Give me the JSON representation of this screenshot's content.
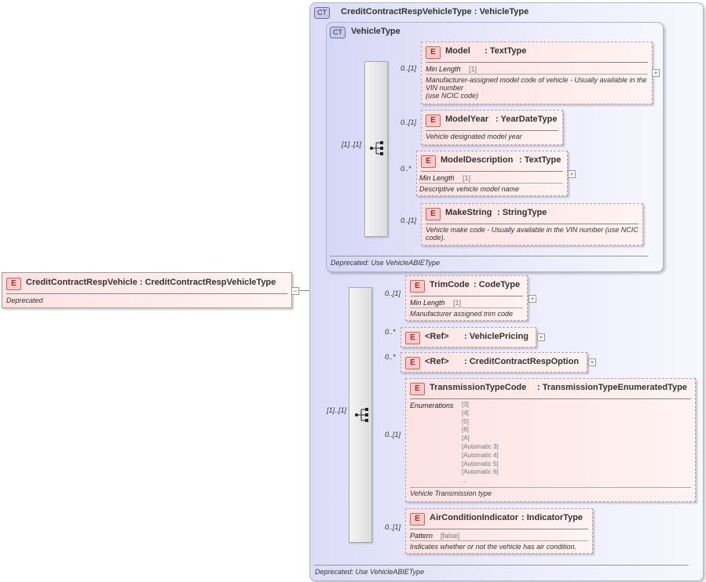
{
  "root": {
    "badge": "E",
    "title": "CreditContractRespVehicle : CreditContractRespVehicleType",
    "doc": "Deprecated"
  },
  "outer_ct": {
    "badge": "CT",
    "title": "CreditContractRespVehicleType : VehicleType",
    "footer": "Deprecated: Use VehicleABIEType"
  },
  "inner_ct": {
    "badge": "CT",
    "title": "VehicleType",
    "footer": "Deprecated: Use VehicleABIEType",
    "sequence_occurrence": "[1]..[1]",
    "elements": [
      {
        "badge": "E",
        "name": "Model",
        "type": ": TextType",
        "occurrence": "0..[1]",
        "facet_label": "Min Length",
        "facet_value": "[1]",
        "doc": "Manufacturer-assigned model code of vehicle - Usually available in the VIN number\n(use NCIC code)"
      },
      {
        "badge": "E",
        "name": "ModelYear",
        "type": ": YearDateType",
        "occurrence": "0..[1]",
        "doc": "Vehicle designated model year"
      },
      {
        "badge": "E",
        "name": "ModelDescription",
        "type": ": TextType",
        "occurrence": "0..*",
        "facet_label": "Min Length",
        "facet_value": "[1]",
        "doc": "Descriptive vehicle model name"
      },
      {
        "badge": "E",
        "name": "MakeString",
        "type": ": StringType",
        "occurrence": "0..[1]",
        "doc": "Vehicle make code - Usually available in the VIN number (use NCIC code)."
      }
    ]
  },
  "ext": {
    "sequence_occurrence": "[1]..[1]",
    "elements": [
      {
        "badge": "E",
        "name": "TrimCode",
        "type": ": CodeType",
        "occurrence": "0..[1]",
        "facet_label": "Min Length",
        "facet_value": "[1]",
        "doc": "Manufacturer assigned trim code"
      },
      {
        "badge": "E",
        "name": "<Ref>",
        "type": ": VehiclePricing",
        "occurrence": "0..*"
      },
      {
        "badge": "E",
        "name": "<Ref>",
        "type": ": CreditContractRespOption",
        "occurrence": "0..*"
      },
      {
        "badge": "E",
        "name": "TransmissionTypeCode",
        "type": ": TransmissionTypeEnumeratedType",
        "occurrence": "0..[1]",
        "facet_label": "Enumerations",
        "enumerations": [
          "[3]",
          "[4]",
          "[5]",
          "[6]",
          "[A]",
          "[Automatic 3]",
          "[Automatic 4]",
          "[Automatic 5]",
          "[Automatic 6]",
          "..."
        ],
        "doc": "Vehicle Transmission type"
      },
      {
        "badge": "E",
        "name": "AirConditionIndicator",
        "type": ": IndicatorType",
        "occurrence": "0..[1]",
        "facet_label": "Pattern",
        "facet_value": "[false]",
        "doc": "Indicates whether or not the vehicle has air condition."
      }
    ]
  },
  "icons": {
    "collapse": "minus-icon",
    "expand": "plus-icon",
    "sequence": "sequence-compositor-icon"
  }
}
